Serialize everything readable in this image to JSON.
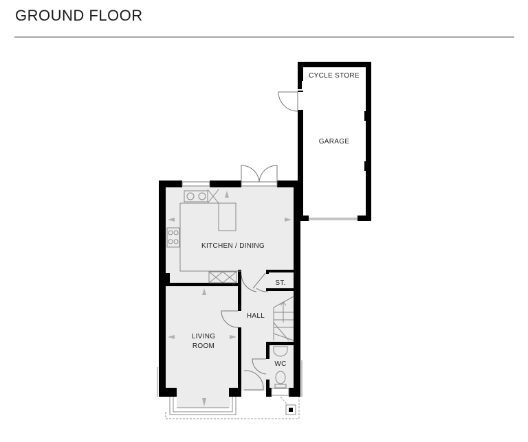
{
  "header": {
    "title": "GROUND FLOOR"
  },
  "rooms": {
    "cycle_store": "CYCLE STORE",
    "garage": "GARAGE",
    "kitchen_dining": "KITCHEN / DINING",
    "store": "ST.",
    "hall": "HALL",
    "living_room_line1": "LIVING",
    "living_room_line2": "ROOM",
    "wc": "WC"
  },
  "colors": {
    "wall": "#000000",
    "floor": "#ededed",
    "line": "#7a7a7a",
    "rule": "#a6a6a6"
  }
}
